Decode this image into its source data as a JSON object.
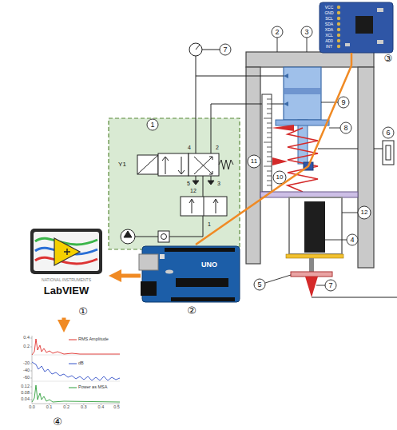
{
  "diagram": {
    "nodes": [
      {
        "text": [
          "VCC",
          "GND",
          "SCL",
          "SDA",
          "XDA",
          "XCL",
          "AD0",
          "INT",
          "③"
        ]
      },
      {
        "text": [
          "UNO",
          "②"
        ]
      },
      {
        "text": [
          "NATIONAL INSTRUMENTS",
          "LabVIEW",
          "①"
        ]
      },
      {
        "text": [
          "④"
        ]
      }
    ],
    "edges": [
      {
        "from": 0,
        "to": 1,
        "arrow": "none"
      },
      {
        "from": 1,
        "to": 2,
        "arrow": "to"
      },
      {
        "from": 2,
        "to": 3,
        "arrow": "to"
      }
    ],
    "labels": [
      "7",
      "2",
      "3",
      "9",
      "8",
      "6",
      "11",
      "10",
      "12",
      "4",
      "5",
      "7",
      "1",
      "Y1",
      "4",
      "2",
      "5",
      "3",
      "12",
      "1",
      "0.4",
      "0.2",
      "-20",
      "-40",
      "-60",
      "0.12",
      "0.08",
      "0.04",
      "0.0",
      "0.1",
      "0.2",
      "0.3",
      "0.4",
      "0.5"
    ],
    "legend": [
      {
        "text": "RMS Amplitude"
      },
      {
        "text": "dB"
      },
      {
        "text": "Power as MSA"
      }
    ]
  }
}
